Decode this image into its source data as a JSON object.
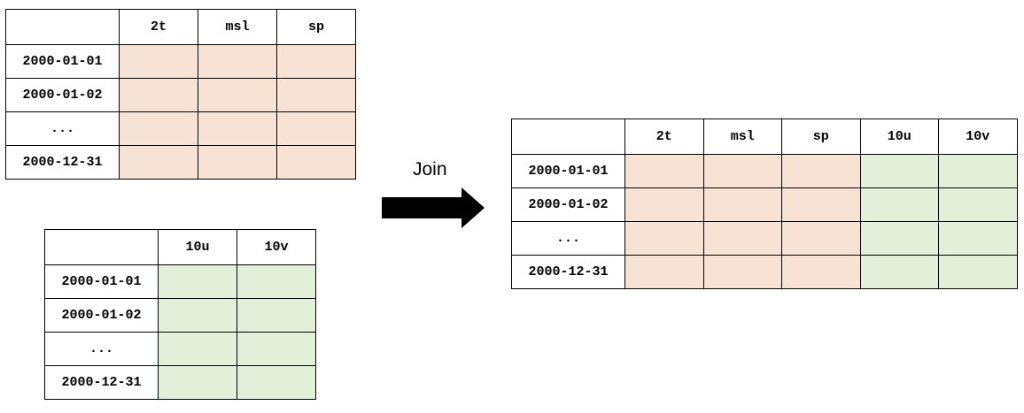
{
  "left_table_a": {
    "columns": [
      "2t",
      "msl",
      "sp"
    ],
    "rows": [
      "2000-01-01",
      "2000-01-02",
      "...",
      "2000-12-31"
    ]
  },
  "left_table_b": {
    "columns": [
      "10u",
      "10v"
    ],
    "rows": [
      "2000-01-01",
      "2000-01-02",
      "...",
      "2000-12-31"
    ]
  },
  "join": {
    "label": "Join",
    "arrow_icon": "right-arrow-icon"
  },
  "joined_table": {
    "columns": [
      "2t",
      "msl",
      "sp",
      "10u",
      "10v"
    ],
    "rows": [
      "2000-01-01",
      "2000-01-02",
      "...",
      "2000-12-31"
    ]
  },
  "colors": {
    "table_a_fill": "#f7e3d6",
    "table_b_fill": "#e3efd9",
    "arrow": "#000000"
  }
}
